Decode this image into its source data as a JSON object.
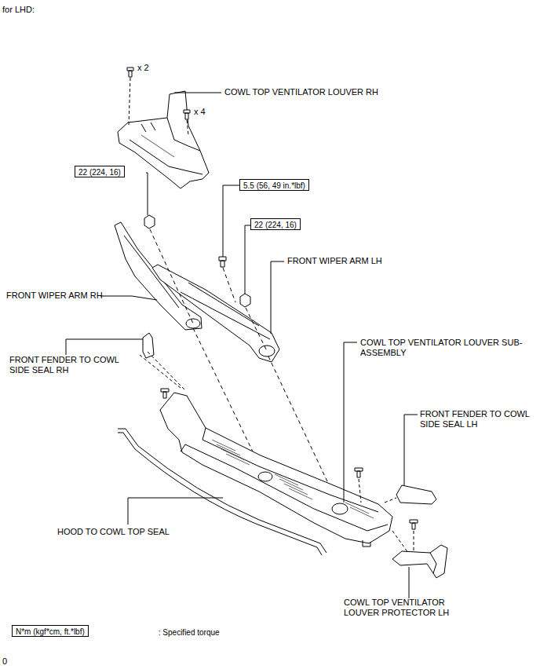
{
  "diagram": {
    "nodes": [
      {
        "text": [
          "22 (224, 16)"
        ]
      },
      {
        "text": [
          "5.5 (56, 49 in.*lbf)"
        ]
      },
      {
        "text": [
          "22 (224, 16)"
        ]
      },
      {
        "text": [
          "N*m (kgf*cm, ft.*lbf)",
          ": Specified torque"
        ]
      }
    ],
    "labels": [
      "for LHD:",
      "x 2",
      "x 4",
      "COWL TOP VENTILATOR LOUVER RH",
      "FRONT WIPER ARM LH",
      "FRONT WIPER ARM RH",
      "FRONT FENDER TO COWL SIDE SEAL RH",
      "COWL TOP VENTILATOR LOUVER SUB-ASSEMBLY",
      "FRONT FENDER TO COWL SIDE SEAL LH",
      "HOOD TO COWL TOP SEAL",
      "COWL TOP VENTILATOR LOUVER PROTECTOR LH",
      "0"
    ]
  }
}
